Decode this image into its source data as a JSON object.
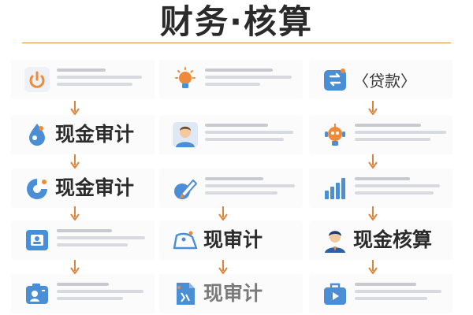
{
  "title": "财务·核算",
  "columns": [
    {
      "cards": [
        {
          "icon": "power-icon",
          "label": ""
        },
        {
          "icon": "water-drop-icon",
          "label": "现金审计"
        },
        {
          "icon": "pie-chart-icon",
          "label": "现金审计"
        },
        {
          "icon": "id-card-icon",
          "label": ""
        },
        {
          "icon": "camera-icon",
          "label": ""
        }
      ]
    },
    {
      "cards": [
        {
          "icon": "lightbulb-icon",
          "label": ""
        },
        {
          "icon": "person-icon",
          "label": ""
        },
        {
          "icon": "pen-edit-icon",
          "label": ""
        },
        {
          "icon": "ship-icon",
          "label": "现审计"
        },
        {
          "icon": "document-icon",
          "label": "现审计"
        }
      ]
    },
    {
      "cards": [
        {
          "icon": "refresh-box-icon",
          "label": "〈贷款〉"
        },
        {
          "icon": "robot-icon",
          "label": ""
        },
        {
          "icon": "bar-chart-icon",
          "label": ""
        },
        {
          "icon": "businessman-icon",
          "label": "现金核算"
        },
        {
          "icon": "suitcase-icon",
          "label": ""
        }
      ]
    }
  ],
  "colors": {
    "arrow": "#e0833a",
    "orange": "#ef8a3a",
    "blue": "#4a8fd6",
    "text": "#2b2b2b"
  }
}
